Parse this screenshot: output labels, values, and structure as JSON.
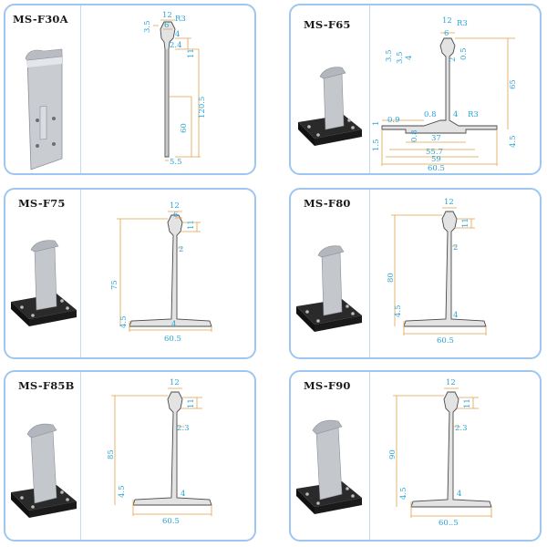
{
  "cards": [
    {
      "title": "MS-F30A",
      "dims": {
        "d12": "12",
        "d6": "6",
        "dr": "R3",
        "d35": "3.5",
        "d24": "2.4",
        "d11": "11",
        "d4": "4",
        "d1205": "120.5",
        "d60": "60",
        "d55": "5.5"
      }
    },
    {
      "title": "MS-F65",
      "dims": {
        "d12": "12",
        "d6": "6",
        "dr": "R3",
        "d35a": "3.5",
        "d35b": "3.5",
        "d4": "4",
        "d2": "2",
        "d05": "0.5",
        "d65": "65",
        "d1": "1",
        "d09": "0.9",
        "d08": "0.8",
        "d4b": "4",
        "dr3b": "R3",
        "d15": "1.5",
        "d08b": "0.8",
        "d37": "37",
        "d557": "55.7",
        "d59": "59",
        "d605": "60.5",
        "d45": "4.5"
      }
    },
    {
      "title": "MS-F75",
      "dims": {
        "d12": "12",
        "d6": "6",
        "d11": "11",
        "d2": "2",
        "height": "75",
        "d45": "4.5",
        "d4": "4",
        "width": "60.5"
      }
    },
    {
      "title": "MS-F80",
      "dims": {
        "d12": "12",
        "d11": "11",
        "d2": "2",
        "height": "80",
        "d45": "4.5",
        "d4": "4",
        "width": "60.5"
      }
    },
    {
      "title": "MS-F85B",
      "dims": {
        "d12": "12",
        "d11": "11",
        "d23": "2.3",
        "height": "85",
        "d45": "4.5",
        "d4": "4",
        "width": "60.5"
      }
    },
    {
      "title": "MS-F90",
      "dims": {
        "d12": "12",
        "d11": "11",
        "d23": "2.3",
        "height": "90",
        "d45": "4.5",
        "d4": "4",
        "width": "60..5"
      }
    }
  ]
}
